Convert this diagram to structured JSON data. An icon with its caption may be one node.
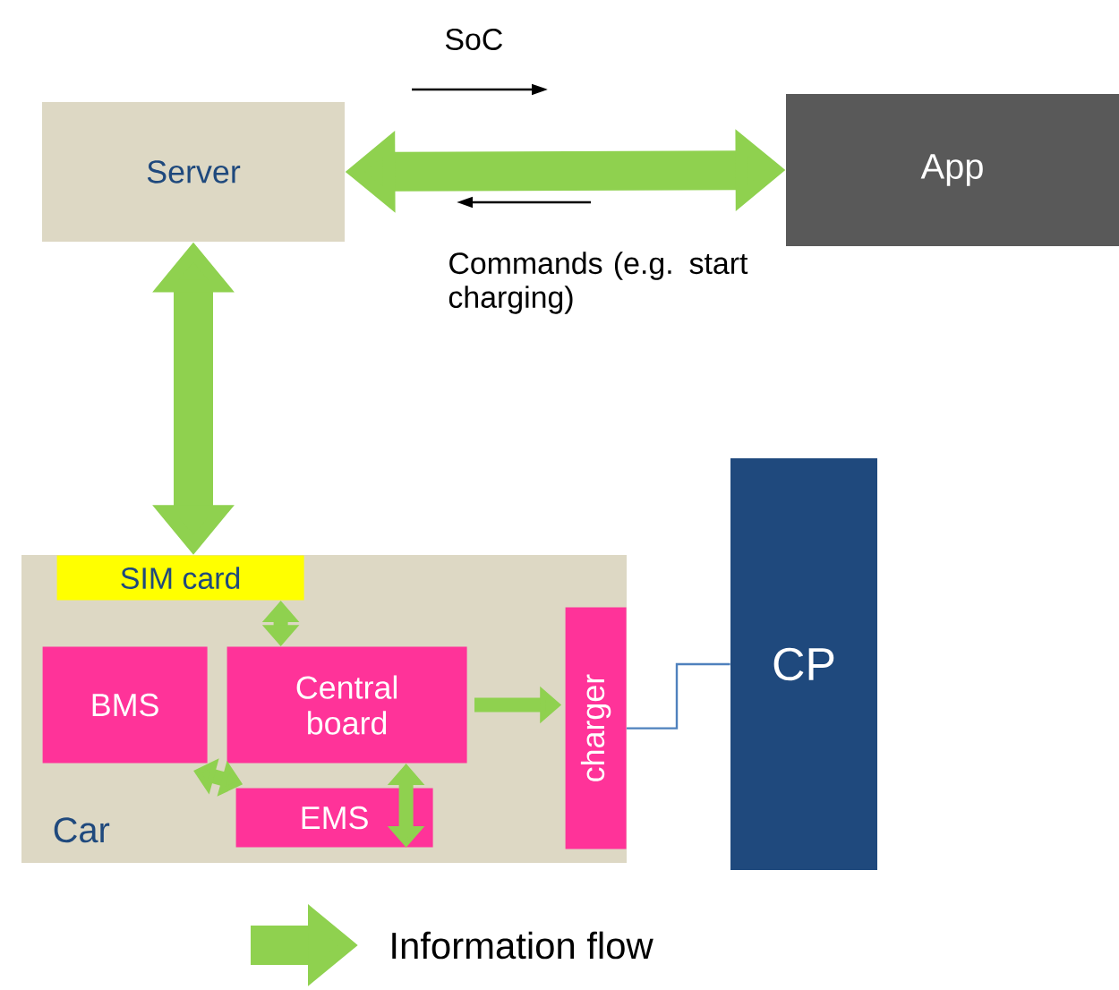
{
  "diagram": {
    "nodes": [
      {
        "text": [
          "Server"
        ]
      },
      {
        "text": [
          "App"
        ]
      },
      {
        "text": [
          "Car"
        ]
      },
      {
        "text": [
          "SIM card"
        ],
        "in": 2
      },
      {
        "text": [
          "BMS"
        ],
        "in": 2
      },
      {
        "text": [
          "Central board"
        ],
        "in": 2
      },
      {
        "text": [
          "EMS"
        ],
        "in": 2
      },
      {
        "text": [
          "charger"
        ],
        "in": 2
      },
      {
        "text": [
          "CP"
        ]
      }
    ],
    "edges": [
      {
        "from": 0,
        "to": 1,
        "arrow": "both",
        "style": "thick"
      },
      {
        "from": 0,
        "to": 3,
        "arrow": "both",
        "style": "thick"
      },
      {
        "from": 3,
        "to": 5,
        "arrow": "both"
      },
      {
        "from": 4,
        "to": 6,
        "arrow": "both"
      },
      {
        "from": 5,
        "to": 6,
        "arrow": "both"
      },
      {
        "from": 5,
        "to": 7,
        "arrow": "to"
      },
      {
        "from": 7,
        "to": 8,
        "arrow": "none",
        "color": "#4f81bd"
      }
    ],
    "labels": [
      "SoC",
      "Commands (e.g. start charging)"
    ],
    "legend": [
      {
        "text": "Information flow"
      }
    ]
  }
}
